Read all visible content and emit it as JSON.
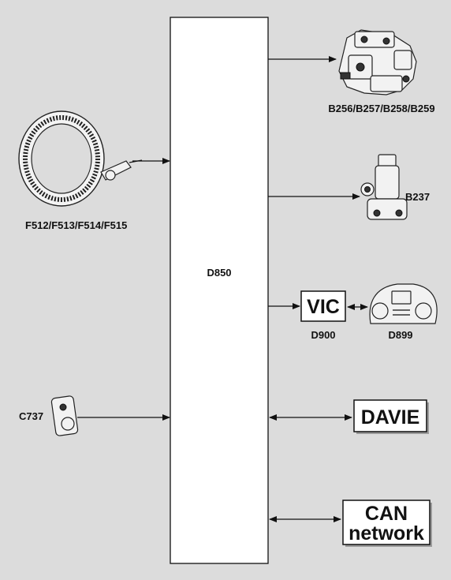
{
  "controller": {
    "label": "D850"
  },
  "components": {
    "wheel_sensors": {
      "label": "F512/F513/F514/F515"
    },
    "modulators": {
      "label": "B256/B257/B258/B259"
    },
    "valve": {
      "label": "B237"
    },
    "vic": {
      "box_text": "VIC",
      "label": "D900"
    },
    "instrument_panel": {
      "label": "D899"
    },
    "switch": {
      "label": "C737"
    },
    "davie": {
      "box_text": "DAVIE"
    },
    "can": {
      "line1": "CAN",
      "line2": "network"
    }
  },
  "colors": {
    "background": "#dcdcdc",
    "line": "#111111",
    "box_fill": "#ffffff"
  }
}
